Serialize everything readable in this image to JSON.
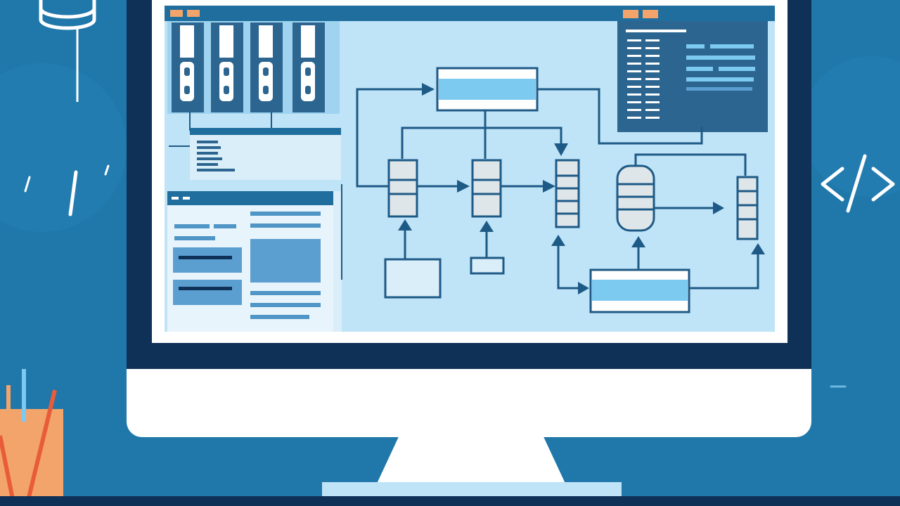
{
  "scene": {
    "code_tag_symbol": "</>",
    "colors": {
      "background": "#1f77aa",
      "monitor_bezel": "#0f3057",
      "monitor_chin": "#ffffff",
      "screen_bg": "#bfe3f7",
      "accent_light_blue": "#7ccaf0",
      "accent_orange": "#f2a46b",
      "line_blue": "#1e5a86"
    }
  },
  "icons": [
    "database-icon",
    "code-brackets-icon",
    "pencil-cup-icon"
  ],
  "screen": {
    "panels": [
      "server-rack-panel",
      "form-panel",
      "code-panel",
      "flowchart-panel"
    ]
  }
}
